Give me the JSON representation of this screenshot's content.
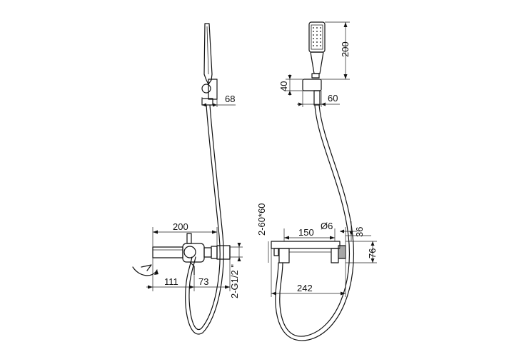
{
  "dimensions": {
    "hanger_width": "68",
    "handshower_height": "200",
    "bracket_height": "40",
    "bracket_width": "60",
    "spout_length": "200",
    "wall_to_outlet": "111",
    "center_offset": "73",
    "thread_size": "2-G1/2 \"",
    "flange_size": "2-60*60",
    "inlet_centers": "150",
    "diameter": "Ø6",
    "depth_top": "36",
    "body_height": "76",
    "total_width": "242"
  },
  "colors": {
    "line": "#111111",
    "background": "#ffffff"
  }
}
